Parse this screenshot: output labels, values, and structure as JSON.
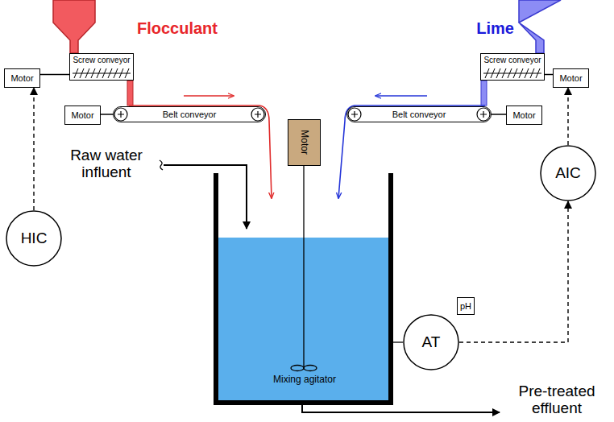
{
  "diagram": {
    "nodes": [
      {
        "text": [
          "Motor"
        ]
      },
      {
        "text": [
          "Screw conveyor"
        ]
      },
      {
        "text": [
          "Motor"
        ]
      },
      {
        "text": [
          "Belt conveyor"
        ]
      },
      {
        "text": [
          "Screw conveyor"
        ]
      },
      {
        "text": [
          "Motor"
        ]
      },
      {
        "text": [
          "Belt conveyor"
        ]
      },
      {
        "text": [
          "Motor"
        ]
      },
      {
        "text": [
          "Motor"
        ]
      },
      {
        "text": [
          "HIC"
        ]
      },
      {
        "text": [
          "AIC"
        ]
      },
      {
        "text": [
          "AT"
        ]
      },
      {
        "text": [
          "pH"
        ]
      }
    ],
    "edges": [
      {
        "from": 0,
        "to": 1,
        "arrow": "none"
      },
      {
        "from": 2,
        "to": 3,
        "arrow": "none"
      },
      {
        "from": 5,
        "to": 4,
        "arrow": "none"
      },
      {
        "from": 7,
        "to": 6,
        "arrow": "none"
      },
      {
        "from": 9,
        "to": 0,
        "arrow": "to"
      },
      {
        "from": 11,
        "to": 10,
        "arrow": "to"
      },
      {
        "from": 10,
        "to": 5,
        "arrow": "to"
      }
    ],
    "labels": [
      "Flocculant",
      "Lime",
      "Raw water influent",
      "Mixing agitator",
      "Pre-treated effluent"
    ]
  }
}
